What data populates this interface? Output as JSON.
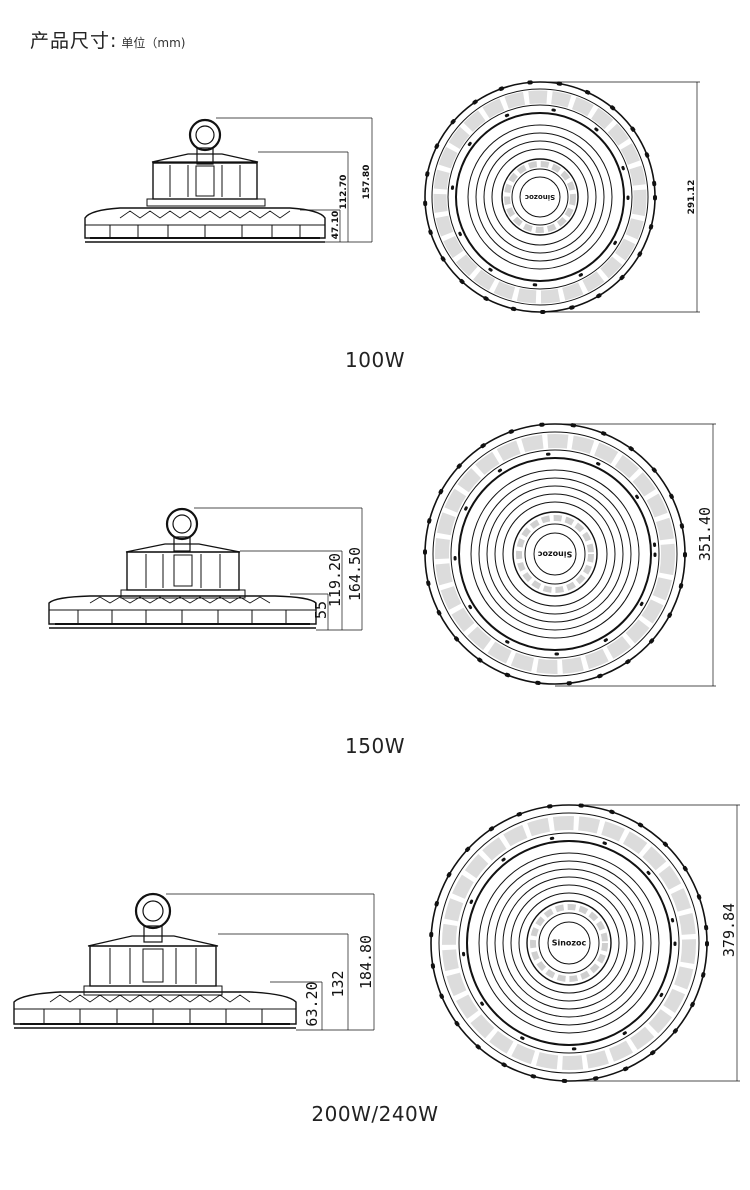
{
  "header": {
    "title": "产品尺寸:",
    "unit": "单位（mm)"
  },
  "brand": "Sinozoc",
  "models": [
    {
      "caption": "100W",
      "dims": {
        "total_height": "157.80",
        "body_height": "112.70",
        "fin_height": "47.10",
        "diameter": "291.12"
      }
    },
    {
      "caption": "150W",
      "dims": {
        "total_height": "164.50",
        "body_height": "119.20",
        "fin_height": "55",
        "diameter": "351.40"
      }
    },
    {
      "caption": "200W/240W",
      "dims": {
        "total_height": "184.80",
        "body_height": "132",
        "fin_height": "63.20",
        "diameter": "379.84"
      }
    }
  ]
}
